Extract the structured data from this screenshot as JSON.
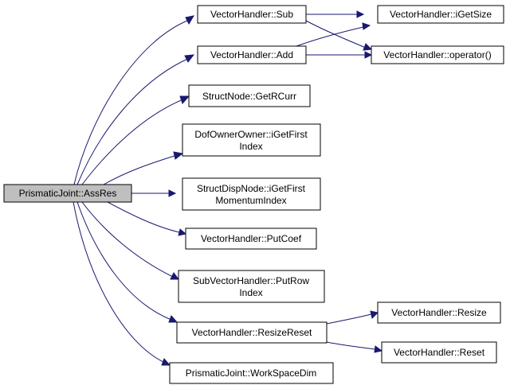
{
  "colors": {
    "edge": "#191970",
    "node_border": "#000000",
    "node_fill": "#ffffff",
    "root_fill": "#bfbfbf"
  },
  "nodes": {
    "assres": [
      "PrismaticJoint::AssRes"
    ],
    "sub": [
      "VectorHandler::Sub"
    ],
    "add": [
      "VectorHandler::Add"
    ],
    "igetsize": [
      "VectorHandler::iGetSize"
    ],
    "operator": [
      "VectorHandler::operator()"
    ],
    "getrcurr": [
      "StructNode::GetRCurr"
    ],
    "dofowner": [
      "DofOwnerOwner::iGetFirst",
      "Index"
    ],
    "structdisp": [
      "StructDispNode::iGetFirst",
      "MomentumIndex"
    ],
    "putcoef": [
      "VectorHandler::PutCoef"
    ],
    "putrow": [
      "SubVectorHandler::PutRow",
      "Index"
    ],
    "resizereset": [
      "VectorHandler::ResizeReset"
    ],
    "resize": [
      "VectorHandler::Resize"
    ],
    "reset": [
      "VectorHandler::Reset"
    ],
    "workspacedim": [
      "PrismaticJoint::WorkSpaceDim"
    ]
  }
}
